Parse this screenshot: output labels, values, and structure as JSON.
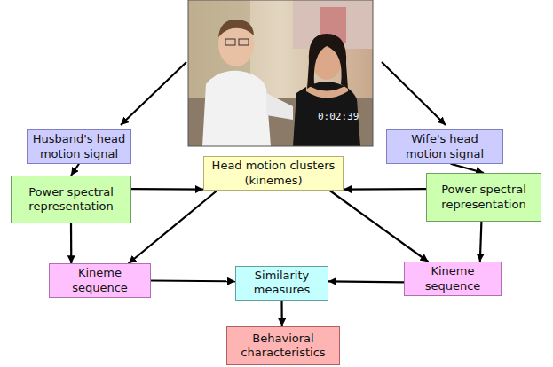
{
  "diagram": {
    "nodes": [
      {
        "text": [
          "Husband's head motion signal"
        ]
      },
      {
        "text": [
          "Wife's head motion signal"
        ]
      },
      {
        "text": [
          "Head motion clusters (kinemes)"
        ]
      },
      {
        "text": [
          "Power spectral representation"
        ]
      },
      {
        "text": [
          "Power spectral representation"
        ]
      },
      {
        "text": [
          "Kineme sequence"
        ]
      },
      {
        "text": [
          "Similarity measures"
        ]
      },
      {
        "text": [
          "Kineme sequence"
        ]
      },
      {
        "text": [
          "Behavioral characteristics"
        ]
      }
    ],
    "edges": [
      {
        "from": 0,
        "to": 3,
        "arrow": "to"
      },
      {
        "from": 1,
        "to": 4,
        "arrow": "to"
      },
      {
        "from": 3,
        "to": 2,
        "arrow": "to"
      },
      {
        "from": 4,
        "to": 2,
        "arrow": "to"
      },
      {
        "from": 2,
        "to": 5,
        "arrow": "to"
      },
      {
        "from": 2,
        "to": 7,
        "arrow": "to"
      },
      {
        "from": 3,
        "to": 5,
        "arrow": "to"
      },
      {
        "from": 4,
        "to": 7,
        "arrow": "to"
      },
      {
        "from": 5,
        "to": 6,
        "arrow": "to"
      },
      {
        "from": 7,
        "to": 6,
        "arrow": "to"
      },
      {
        "from": 6,
        "to": 8,
        "arrow": "to"
      }
    ],
    "labels": [
      "0:02:39"
    ]
  }
}
